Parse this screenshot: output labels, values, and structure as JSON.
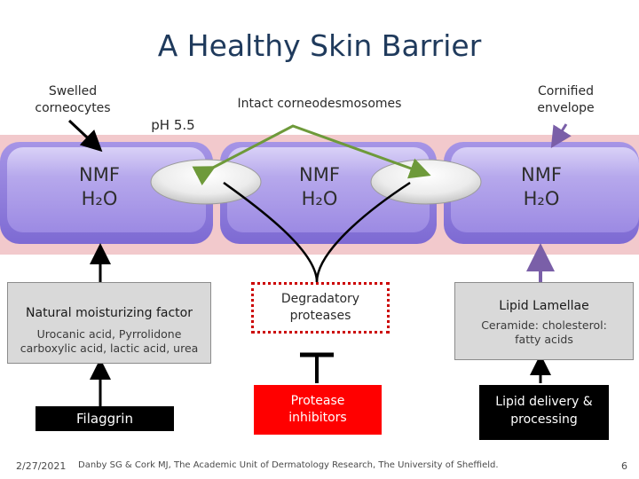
{
  "title": "A Healthy Skin Barrier",
  "labels": {
    "swelled": "Swelled corneocytes",
    "ph": "pH 5.5",
    "intact": "Intact corneodesmosomes",
    "cornified": "Cornified envelope"
  },
  "cells": [
    {
      "line1": "NMF",
      "line2": "H₂O"
    },
    {
      "line1": "NMF",
      "line2": "H₂O"
    },
    {
      "line1": "NMF",
      "line2": "H₂O"
    }
  ],
  "boxes": {
    "nmf_title": "Natural moisturizing factor",
    "nmf_detail": "Urocanic acid, Pyrrolidone carboxylic acid, lactic acid, urea",
    "proteases": "Degradatory proteases",
    "lipid_title": "Lipid Lamellae",
    "lipid_detail": "Ceramide: cholesterol: fatty acids",
    "filaggrin": "Filaggrin",
    "inhibitors": "Protease inhibitors",
    "lipid_delivery": "Lipid delivery & processing"
  },
  "footer": {
    "date": "2/27/2021",
    "citation": "Danby SG & Cork MJ, The Academic Unit of Dermatology Research, The University of Sheffield.",
    "page": "6"
  },
  "colors": {
    "title": "#1f3a5c",
    "cell_fill": "#b3a6e8",
    "cell_outer": "#8f7ee0",
    "matrix": "#f2c9cc",
    "green_arrow": "#6e9a3a",
    "purple_arrow": "#7a5fa8",
    "protease_border": "#cc0000",
    "inhibitor_fill": "#ff0000"
  }
}
